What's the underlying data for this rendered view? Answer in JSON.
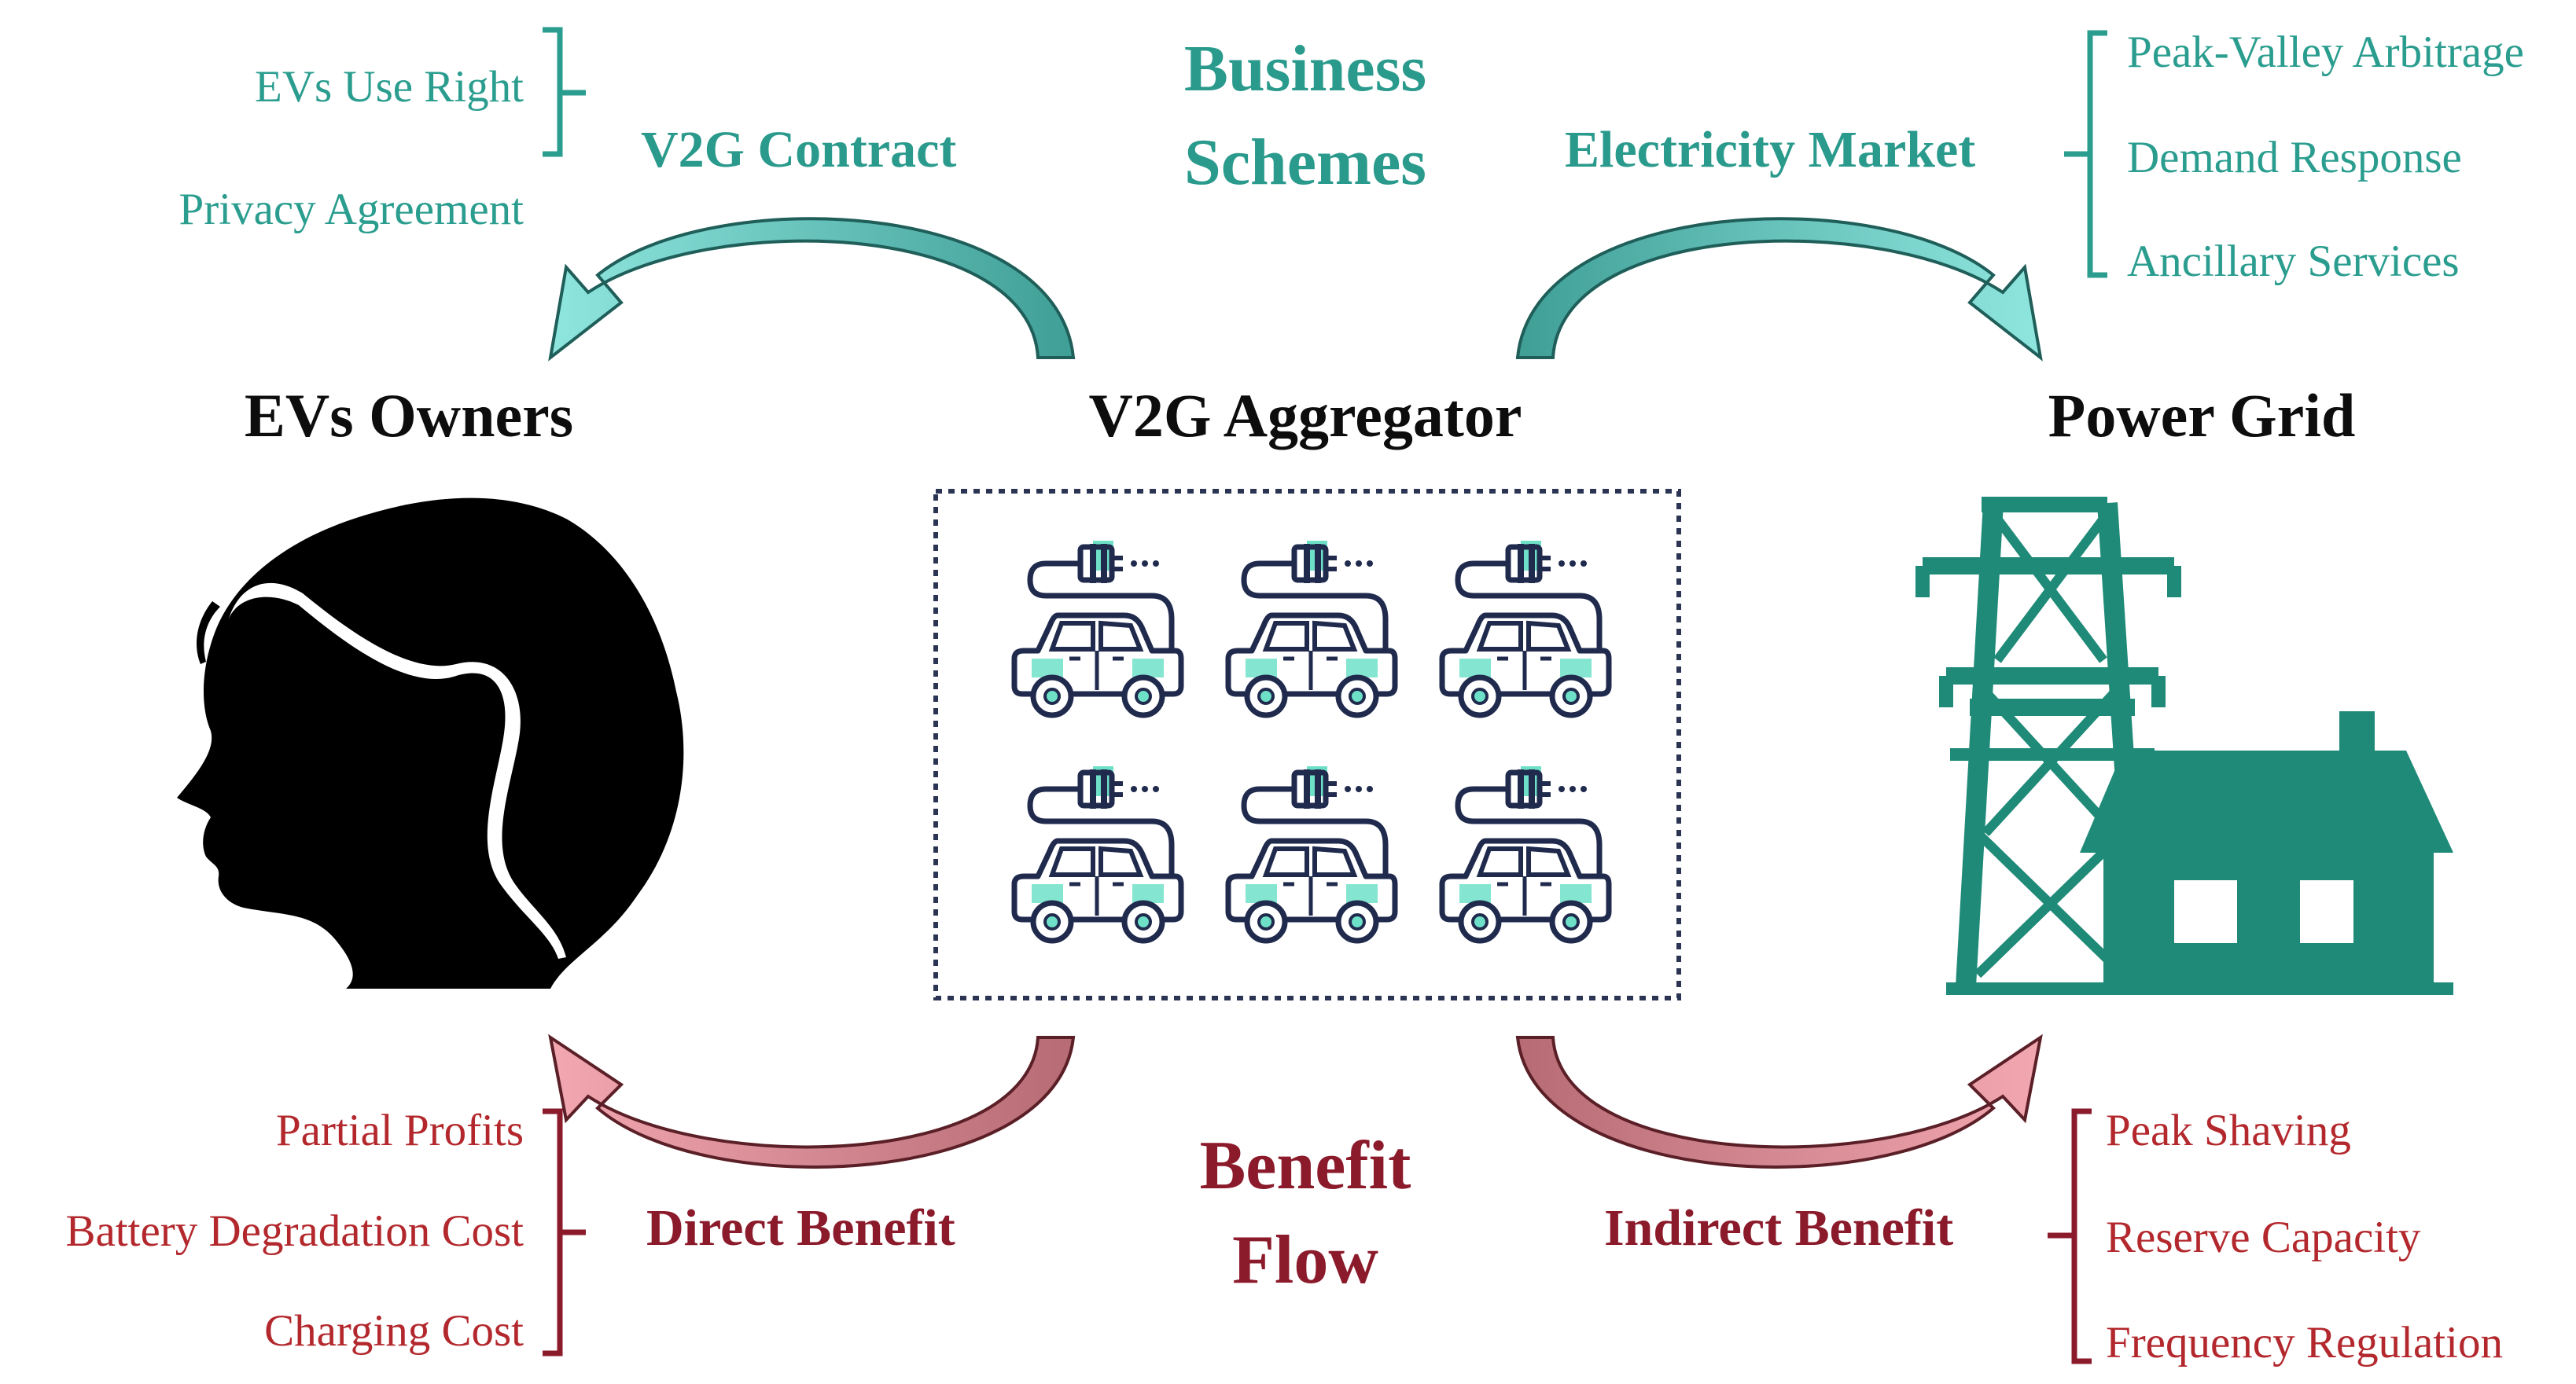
{
  "business": {
    "title_line1": "Business",
    "title_line2": "Schemes",
    "left_label": "V2G Contract",
    "left_items": [
      "EVs Use Right",
      "Privacy Agreement"
    ],
    "right_label": "Electricity Market",
    "right_items": [
      "Peak-Valley Arbitrage",
      "Demand Response",
      "Ancillary Services"
    ]
  },
  "actors": {
    "left": "EVs Owners",
    "center": "V2G Aggregator",
    "right": "Power Grid"
  },
  "benefit": {
    "title_line1": "Benefit",
    "title_line2": "Flow",
    "left_label": "Direct Benefit",
    "left_items": [
      "Partial Profits",
      "Battery Degradation Cost",
      "Charging Cost"
    ],
    "right_label": "Indirect Benefit",
    "right_items": [
      "Peak Shaving",
      "Reserve Capacity",
      "Frequency Regulation"
    ]
  },
  "colors": {
    "teal": "#2a9d8f",
    "teal_arrow": "#5bbfb8",
    "red": "#b3282d",
    "red_arrow": "#d98a92",
    "ev_navy": "#1f2a4d",
    "ev_accent": "#6ee0c8",
    "grid_green": "#1f8a78"
  },
  "icons": {
    "owner": "person-head-silhouette-icon",
    "aggregator": "ev-charging-car-icon",
    "grid": "power-tower-house-icon"
  }
}
